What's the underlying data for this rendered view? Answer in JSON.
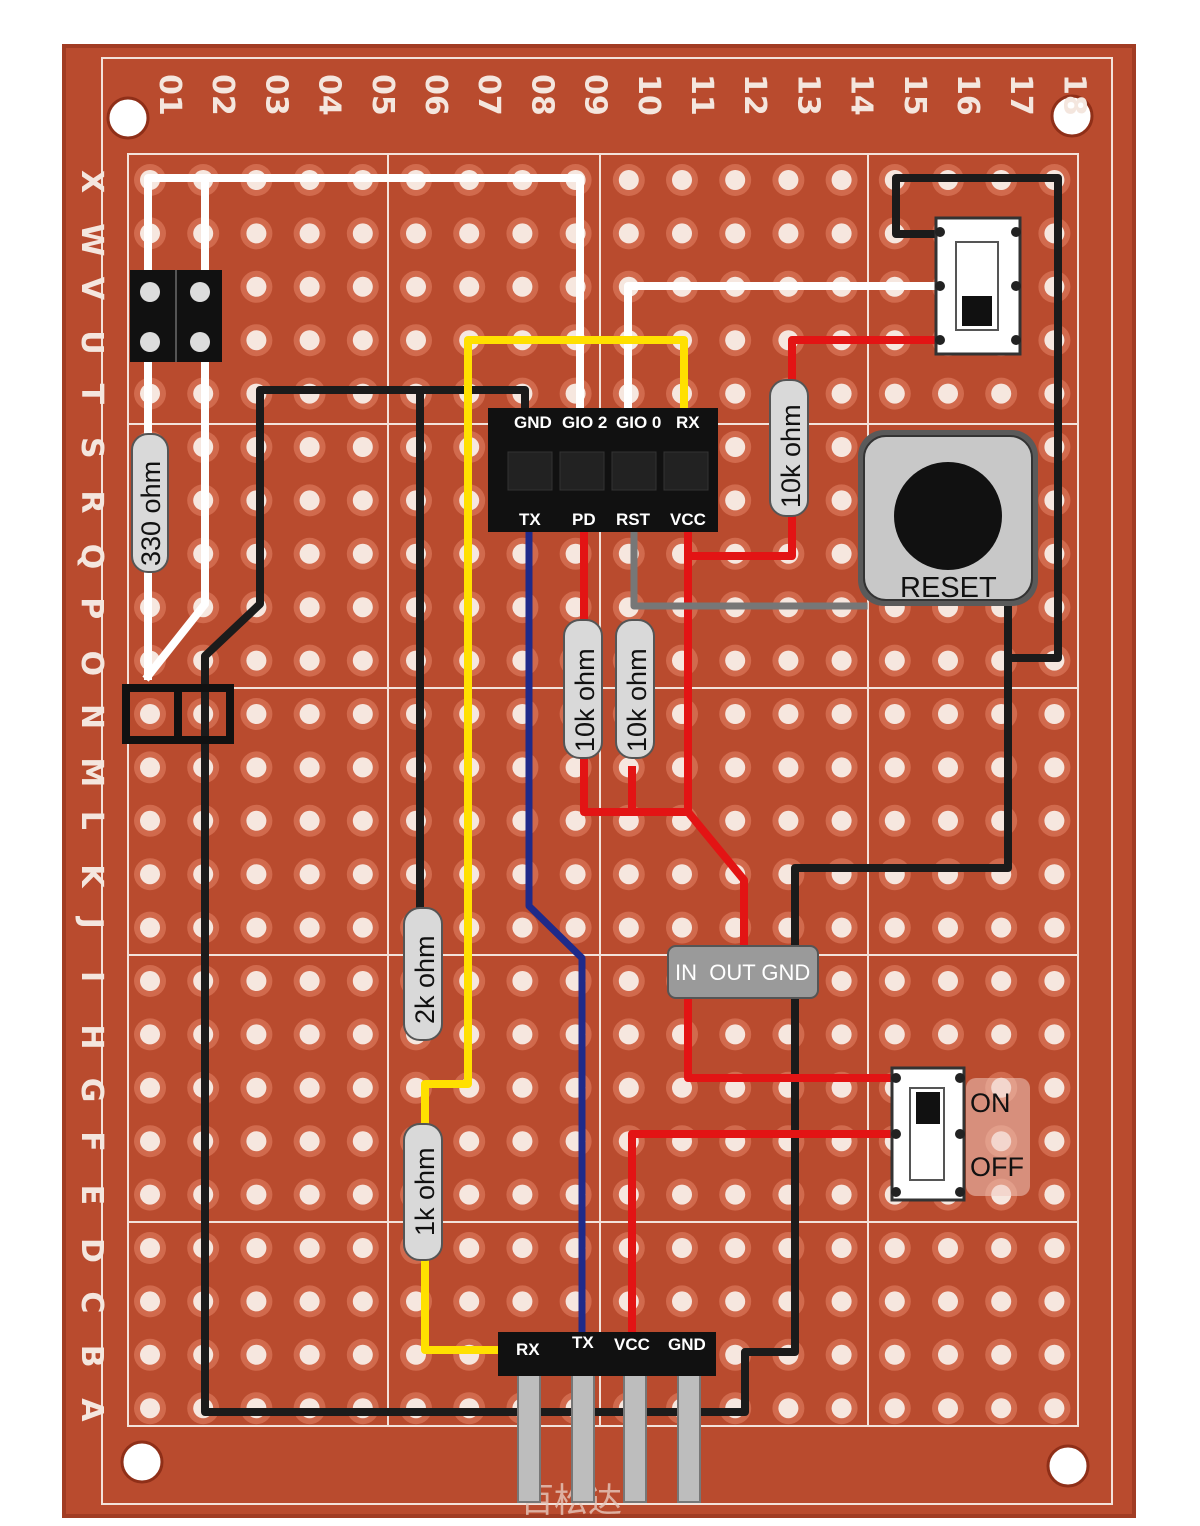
{
  "board": {
    "columns": [
      "01",
      "02",
      "03",
      "04",
      "05",
      "06",
      "07",
      "08",
      "09",
      "10",
      "11",
      "12",
      "13",
      "14",
      "15",
      "16",
      "17",
      "18"
    ],
    "rows": [
      "X",
      "W",
      "V",
      "U",
      "T",
      "S",
      "R",
      "Q",
      "P",
      "O",
      "N",
      "M",
      "L",
      "K",
      "J",
      "I",
      "H",
      "G",
      "F",
      "E",
      "D",
      "C",
      "B",
      "A"
    ],
    "maker_mark": "百松达"
  },
  "esp_header": {
    "top_pins": [
      "GND",
      "GIO 2",
      "GIO 0",
      "RX"
    ],
    "bottom_pins": [
      "TX",
      "PD",
      "RST",
      "VCC"
    ]
  },
  "serial_header": {
    "pins": [
      "RX",
      "TX",
      "VCC",
      "GND"
    ]
  },
  "resistors": {
    "r330": "330 ohm",
    "r10k_pullup": "10k ohm",
    "r10k_pd": "10k ohm",
    "r10k_rst": "10k ohm",
    "r2k": "2k ohm",
    "r1k": "1k ohm"
  },
  "regulator": {
    "label": "IN  OUT GND"
  },
  "reset_button": {
    "label": "RESET"
  },
  "power_switch": {
    "on_label": "ON",
    "off_label": "OFF"
  },
  "colors": {
    "board": "#b94b2e",
    "board_edge": "#a13c23",
    "wire_black": "#1b1b1b",
    "wire_white": "#ffffff",
    "wire_yellow": "#ffe000",
    "wire_red": "#e31414",
    "wire_blue": "#1f2a8a",
    "wire_gray": "#777777"
  }
}
